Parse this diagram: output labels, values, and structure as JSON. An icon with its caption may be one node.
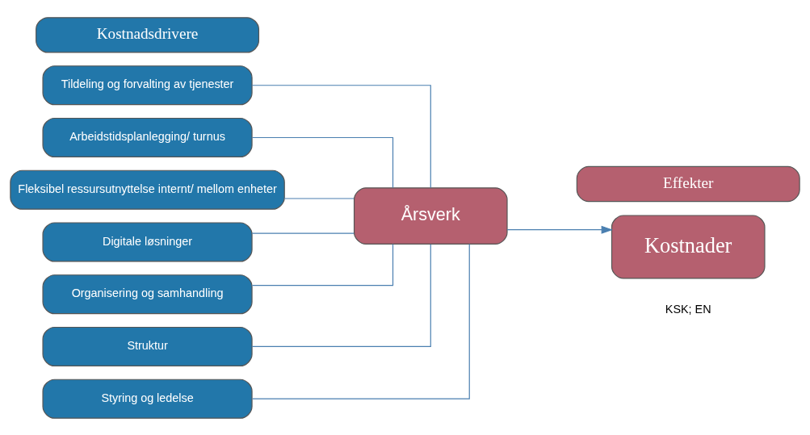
{
  "diagram": {
    "nodes": [
      {
        "text": [
          "Kostnadsdrivere"
        ]
      },
      {
        "text": [
          "Effekter"
        ]
      },
      {
        "text": [
          "Tildeling og forvalting av tjenester"
        ]
      },
      {
        "text": [
          "Arbeidstidsplanlegging/ turnus"
        ]
      },
      {
        "text": [
          "Fleksibel ressursutnyttelse internt/ mellom enheter"
        ]
      },
      {
        "text": [
          "Digitale løsninger"
        ]
      },
      {
        "text": [
          "Organisering og samhandling"
        ]
      },
      {
        "text": [
          "Struktur"
        ]
      },
      {
        "text": [
          "Styring og ledelse"
        ]
      },
      {
        "text": [
          "Årsverk"
        ]
      },
      {
        "text": [
          "Kostnader"
        ]
      }
    ],
    "edges": [
      {
        "from": 2,
        "to": 9,
        "arrow": "none"
      },
      {
        "from": 3,
        "to": 9,
        "arrow": "none"
      },
      {
        "from": 4,
        "to": 9,
        "arrow": "none"
      },
      {
        "from": 5,
        "to": 9,
        "arrow": "none"
      },
      {
        "from": 6,
        "to": 9,
        "arrow": "none"
      },
      {
        "from": 7,
        "to": 9,
        "arrow": "none"
      },
      {
        "from": 8,
        "to": 9,
        "arrow": "none"
      },
      {
        "from": 9,
        "to": 10,
        "arrow": "to"
      }
    ],
    "labels": [
      "KSK; EN"
    ]
  }
}
